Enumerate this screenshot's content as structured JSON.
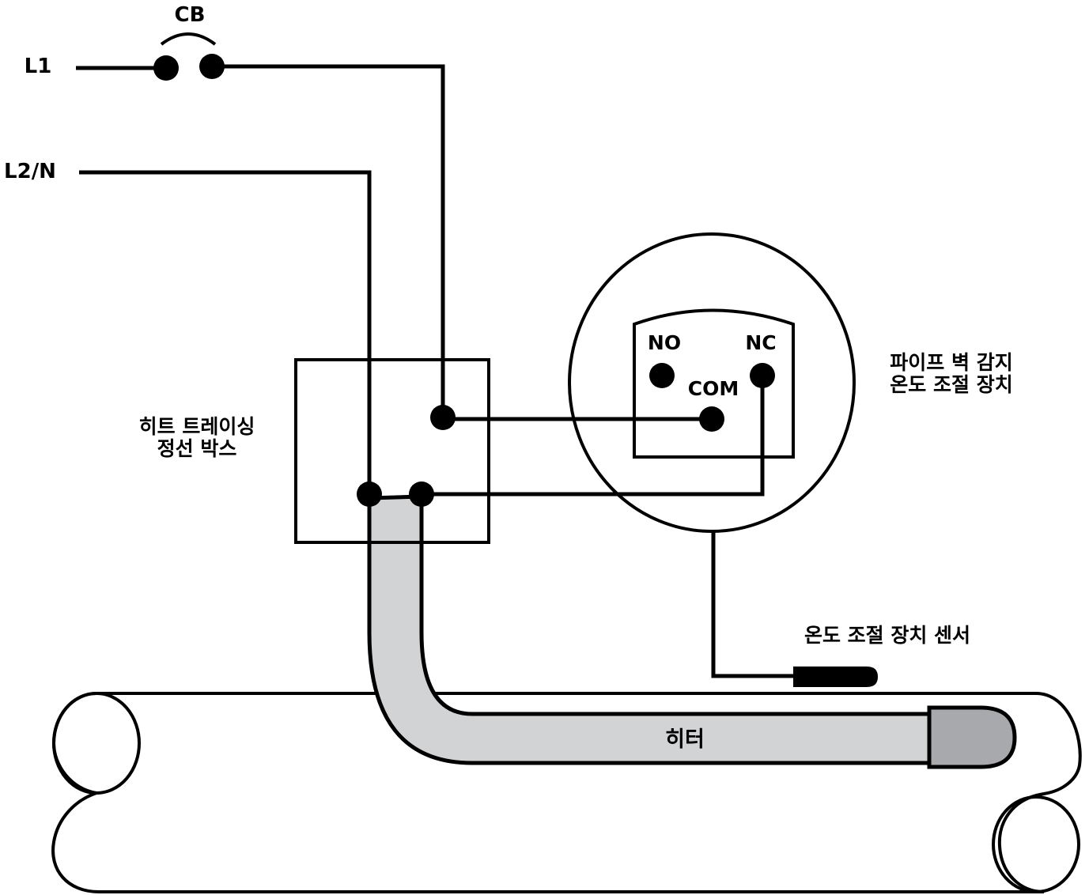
{
  "labels": {
    "cb": "CB",
    "l1": "L1",
    "l2n": "L2/N",
    "no": "NO",
    "nc": "NC",
    "com": "COM",
    "junction_box_line1": "히트 트레이싱",
    "junction_box_line2": "정선 박스",
    "thermostat_line1": "파이프 벽 감지",
    "thermostat_line2": "온도 조절 장치",
    "sensor": "온도 조절 장치 센서",
    "heater": "히터"
  },
  "colors": {
    "line": "#000000",
    "heater_fill": "#d2d3d5",
    "heater_end_cap": "#a7a9ac",
    "background": "#ffffff"
  }
}
